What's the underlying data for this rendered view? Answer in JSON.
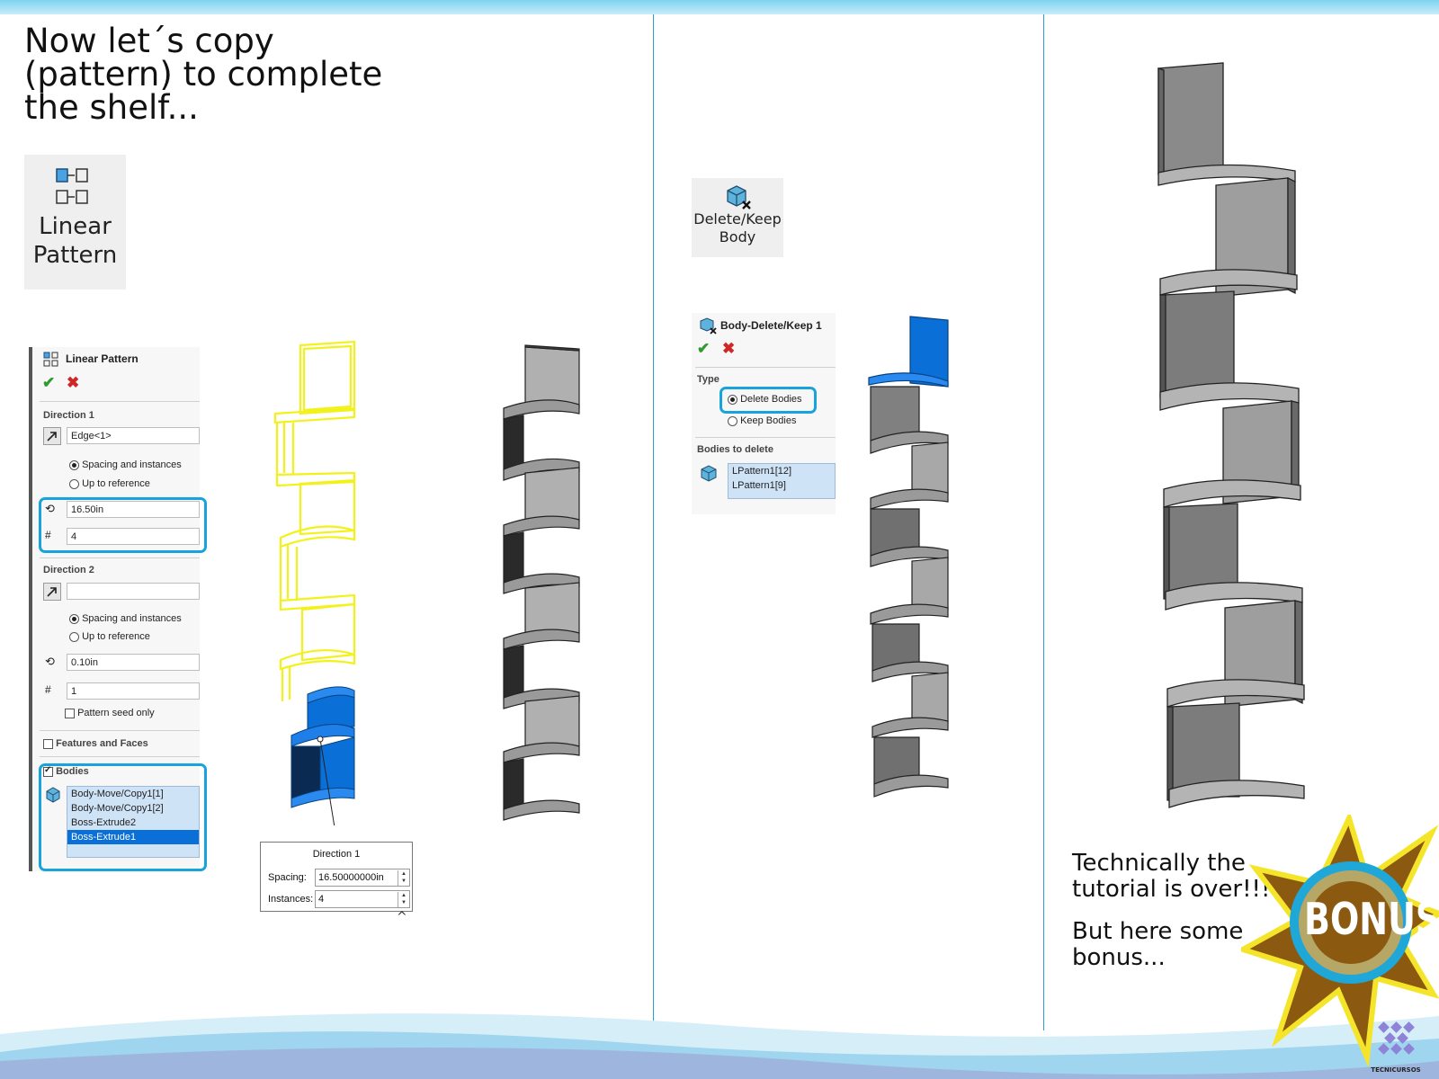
{
  "slide": {
    "heading_lines": [
      "Now let´s copy",
      "(pattern) to complete",
      "the shelf..."
    ],
    "note_line1": [
      "Technically the",
      "tutorial is over!!!"
    ],
    "note_line2": [
      "But here some",
      "bonus..."
    ],
    "bonus_badge": "BONUS",
    "logo_text": "TECNICURSOS"
  },
  "toolbar_buttons": {
    "linear_pattern": [
      "Linear",
      "Pattern"
    ],
    "delete_keep": [
      "Delete/Keep",
      "Body"
    ]
  },
  "linear_pattern_pm": {
    "title": "Linear Pattern",
    "direction1": {
      "label": "Direction 1",
      "edge": "Edge<1>",
      "opt_spacing": "Spacing and instances",
      "opt_reference": "Up to reference",
      "selected": "Spacing and instances",
      "spacing": "16.50in",
      "instances": "4"
    },
    "direction2": {
      "label": "Direction 2",
      "edge": "",
      "opt_spacing": "Spacing and instances",
      "opt_reference": "Up to reference",
      "selected": "Spacing and instances",
      "spacing": "0.10in",
      "instances": "1",
      "seed_only": "Pattern seed only"
    },
    "features_faces": "Features and Faces",
    "bodies": {
      "label": "Bodies",
      "checked": true,
      "items": [
        "Body-Move/Copy1[1]",
        "Body-Move/Copy1[2]",
        "Boss-Extrude2",
        "Boss-Extrude1"
      ],
      "selected_item": "Boss-Extrude1"
    }
  },
  "direction_callout": {
    "title": "Direction 1",
    "spacing_label": "Spacing:",
    "spacing_value": "16.50000000in",
    "instances_label": "Instances:",
    "instances_value": "4"
  },
  "delete_keep_pm": {
    "title": "Body-Delete/Keep 1",
    "type_label": "Type",
    "opt_delete": "Delete Bodies",
    "opt_keep": "Keep Bodies",
    "selected": "Delete Bodies",
    "bodies_label": "Bodies to delete",
    "items": [
      "LPattern1[12]",
      "LPattern1[9]"
    ]
  },
  "colors": {
    "highlight": "#19a3dc",
    "selection_blue": "#0a6fd6",
    "preview_yellow": "#f2f21a",
    "shelf_gray": "#8c8c8c"
  }
}
